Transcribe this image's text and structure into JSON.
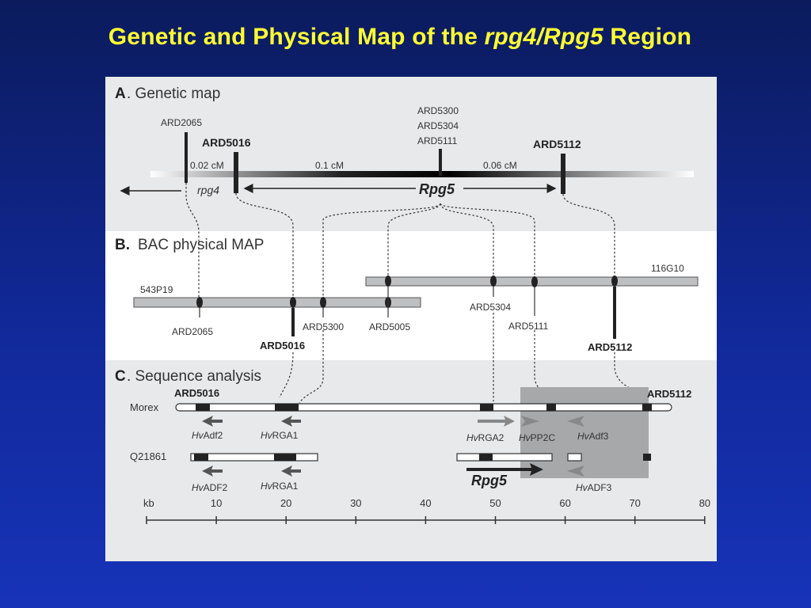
{
  "title": {
    "pre": "Genetic and Physical Map of the",
    "italic": "rpg4/Rpg5",
    "post": "Region"
  },
  "panel_a": {
    "letter": "A",
    "heading": ". Genetic map",
    "markers": {
      "ard2065": "ARD2065",
      "ard5016": "ARD5016",
      "ard5300": "ARD5300",
      "ard5304": "ARD5304",
      "ard5111": "ARD5111",
      "ard5112": "ARD5112"
    },
    "distances": {
      "d1": "0.02 cM",
      "d2": "0.1 cM",
      "d3": "0.06 cM"
    },
    "rpg4": "rpg4",
    "rpg5": "Rpg5"
  },
  "panel_b": {
    "letter": "B.",
    "heading": "BAC physical MAP",
    "bacs": {
      "left": "543P19",
      "right": "116G10"
    },
    "markers": {
      "ard2065": "ARD2065",
      "ard5016": "ARD5016",
      "ard5300": "ARD5300",
      "ard5005": "ARD5005",
      "ard5304": "ARD5304",
      "ard5111": "ARD5111",
      "ard5112": "ARD5112"
    }
  },
  "panel_c": {
    "letter": "C",
    "heading": ". Sequence analysis",
    "ard5016": "ARD5016",
    "ard5112": "ARD5112",
    "morex": "Morex",
    "q21861": "Q21861",
    "genes": {
      "hvadf2_top": {
        "prefix": "Hv",
        "name": "Adf2"
      },
      "hvrga1_top": {
        "prefix": "Hv",
        "name": "RGA1"
      },
      "hvrga2": {
        "prefix": "Hv",
        "name": "RGA2"
      },
      "hvpp2c": {
        "prefix": "Hv",
        "name": "PP2C"
      },
      "hvadf3_top": {
        "prefix": "Hv",
        "name": "Adf3"
      },
      "hvadf2_bot": {
        "prefix": "Hv",
        "name": "ADF2"
      },
      "hvrga1_bot": {
        "prefix": "Hv",
        "name": "RGA1"
      },
      "hvadf3_bot": {
        "prefix": "Hv",
        "name": "ADF3"
      }
    },
    "rpg5": "Rpg5",
    "scale": {
      "unit": "kb",
      "ticks": [
        "10",
        "20",
        "30",
        "40",
        "50",
        "60",
        "70",
        "80"
      ]
    }
  },
  "colors": {
    "title": "#ffff33",
    "panel_grey": "#e8e9ea",
    "shade": "#a7a8aa",
    "bar": "#bdbfc1"
  }
}
